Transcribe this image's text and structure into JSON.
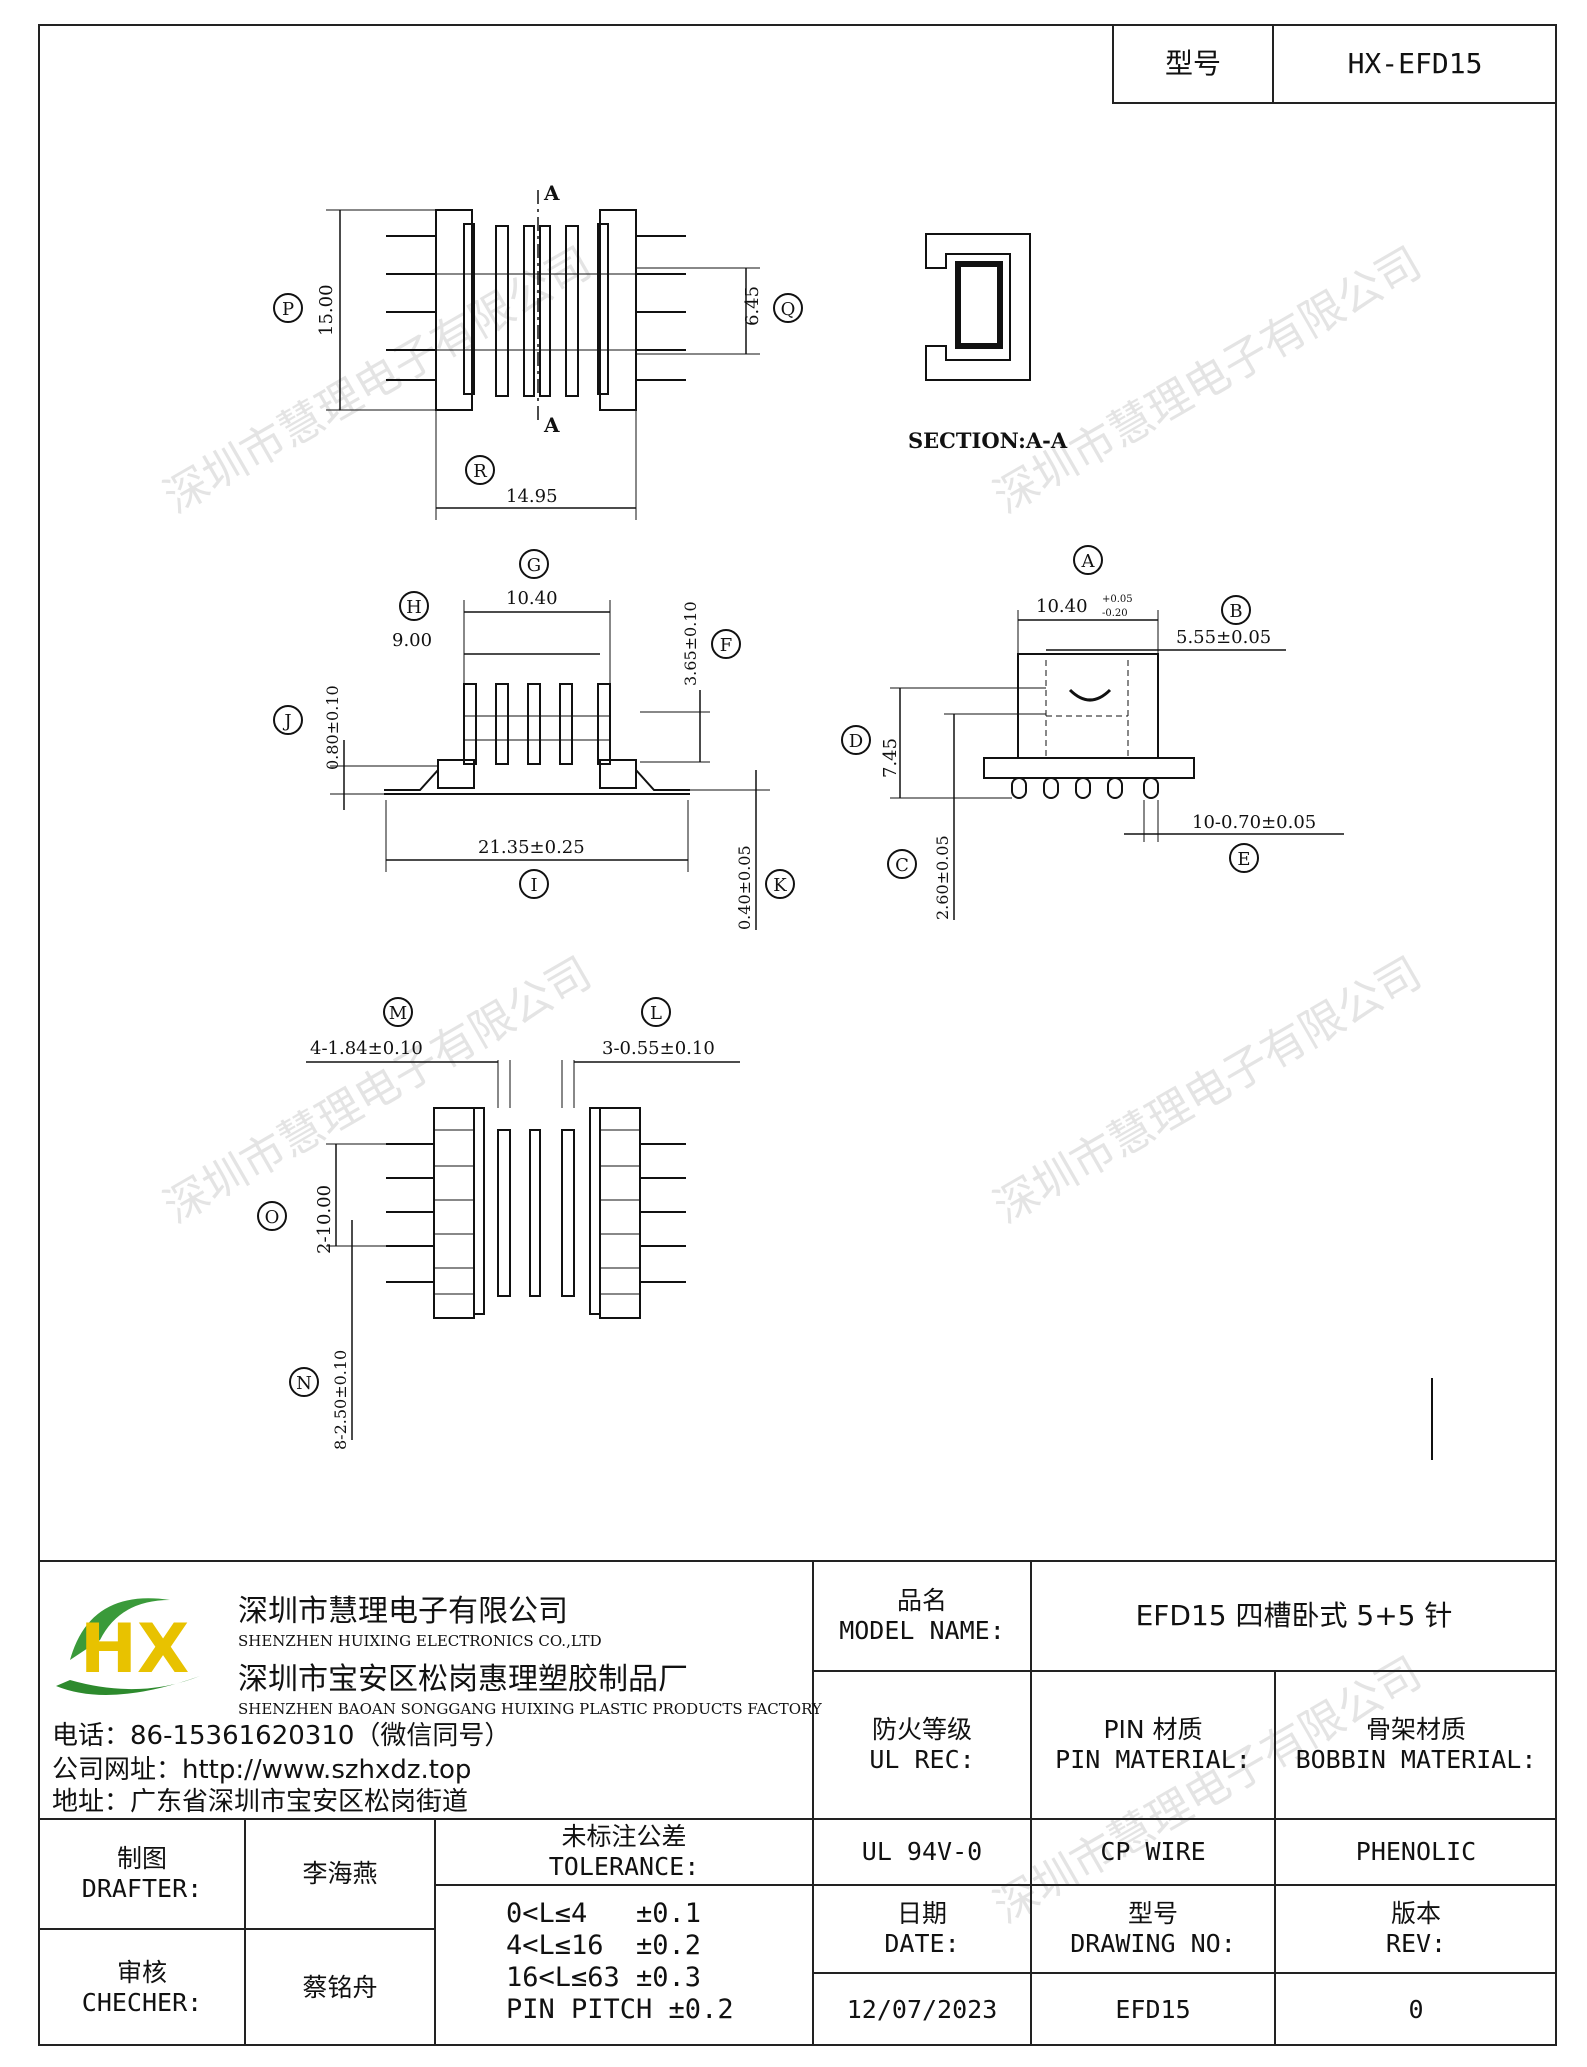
{
  "header": {
    "type_label": "型号",
    "type_value": "HX-EFD15"
  },
  "watermark": "深圳市慧理电子有限公司",
  "drawing": {
    "callouts": {
      "P": "P",
      "Q": "Q",
      "R": "R",
      "G": "G",
      "H": "H",
      "F": "F",
      "J": "J",
      "I": "I",
      "K": "K",
      "A": "A",
      "B": "B",
      "D": "D",
      "C": "C",
      "E": "E",
      "M": "M",
      "L": "L",
      "O": "O",
      "N": "N"
    },
    "section_marker": "A",
    "section_label": "SECTION:A-A",
    "dims": {
      "d15": "15.00",
      "d645": "6.45",
      "d1495": "14.95",
      "d1040": "10.40",
      "d900": "9.00",
      "d365": "3.65±0.10",
      "d080": "0.80±0.10",
      "d2135": "21.35±0.25",
      "d040": "0.40±0.05",
      "dA": "10.40",
      "dA_tol_top": "+0.05",
      "dA_tol_bot": "-0.20",
      "dB": "5.55±0.05",
      "dD": "7.45",
      "dC": "2.60±0.05",
      "dE": "10-0.70±0.05",
      "dM": "4-1.84±0.10",
      "dL": "3-0.55±0.10",
      "dO": "2-10.00",
      "dN": "8-2.50±0.10"
    }
  },
  "company": {
    "name_cn": "深圳市慧理电子有限公司",
    "name_en": "SHENZHEN HUIXING ELECTRONICS CO.,LTD",
    "factory_cn": "深圳市宝安区松岗惠理塑胶制品厂",
    "factory_en": "SHENZHEN BAOAN SONGGANG HUIXING PLASTIC PRODUCTS FACTORY",
    "phone": "电话：86-15361620310（微信同号）",
    "website": "公司网址：http://www.szhxdz.top",
    "address": "地址：广东省深圳市宝安区松岗街道",
    "logo_text": "HX"
  },
  "title_block": {
    "model_name_cn": "品名",
    "model_name_en": "MODEL NAME:",
    "model_name_value": "EFD15 四槽卧式 5+5 针",
    "ul_cn": "防火等级",
    "ul_en": "UL REC:",
    "pin_cn": "PIN 材质",
    "pin_en": "PIN MATERIAL:",
    "bobbin_cn": "骨架材质",
    "bobbin_en": "BOBBIN MATERIAL:",
    "ul_value": "UL 94V-0",
    "pin_value": "CP WIRE",
    "bobbin_value": "PHENOLIC",
    "drafter_cn": "制图",
    "drafter_en": "DRAFTER:",
    "drafter_value": "李海燕",
    "checker_cn": "审核",
    "checker_en": "CHECHER:",
    "checker_value": "蔡铭舟",
    "tolerance_cn": "未标注公差",
    "tolerance_en": "TOLERANCE:",
    "tolerance_lines": [
      "0<L≤4   ±0.1",
      "4<L≤16  ±0.2",
      "16<L≤63 ±0.3",
      "PIN PITCH ±0.2"
    ],
    "date_cn": "日期",
    "date_en": "DATE:",
    "date_value": "12/07/2023",
    "drawing_no_cn": "型号",
    "drawing_no_en": "DRAWING NO:",
    "drawing_no_value": "EFD15",
    "rev_cn": "版本",
    "rev_en": "REV:",
    "rev_value": "0"
  }
}
